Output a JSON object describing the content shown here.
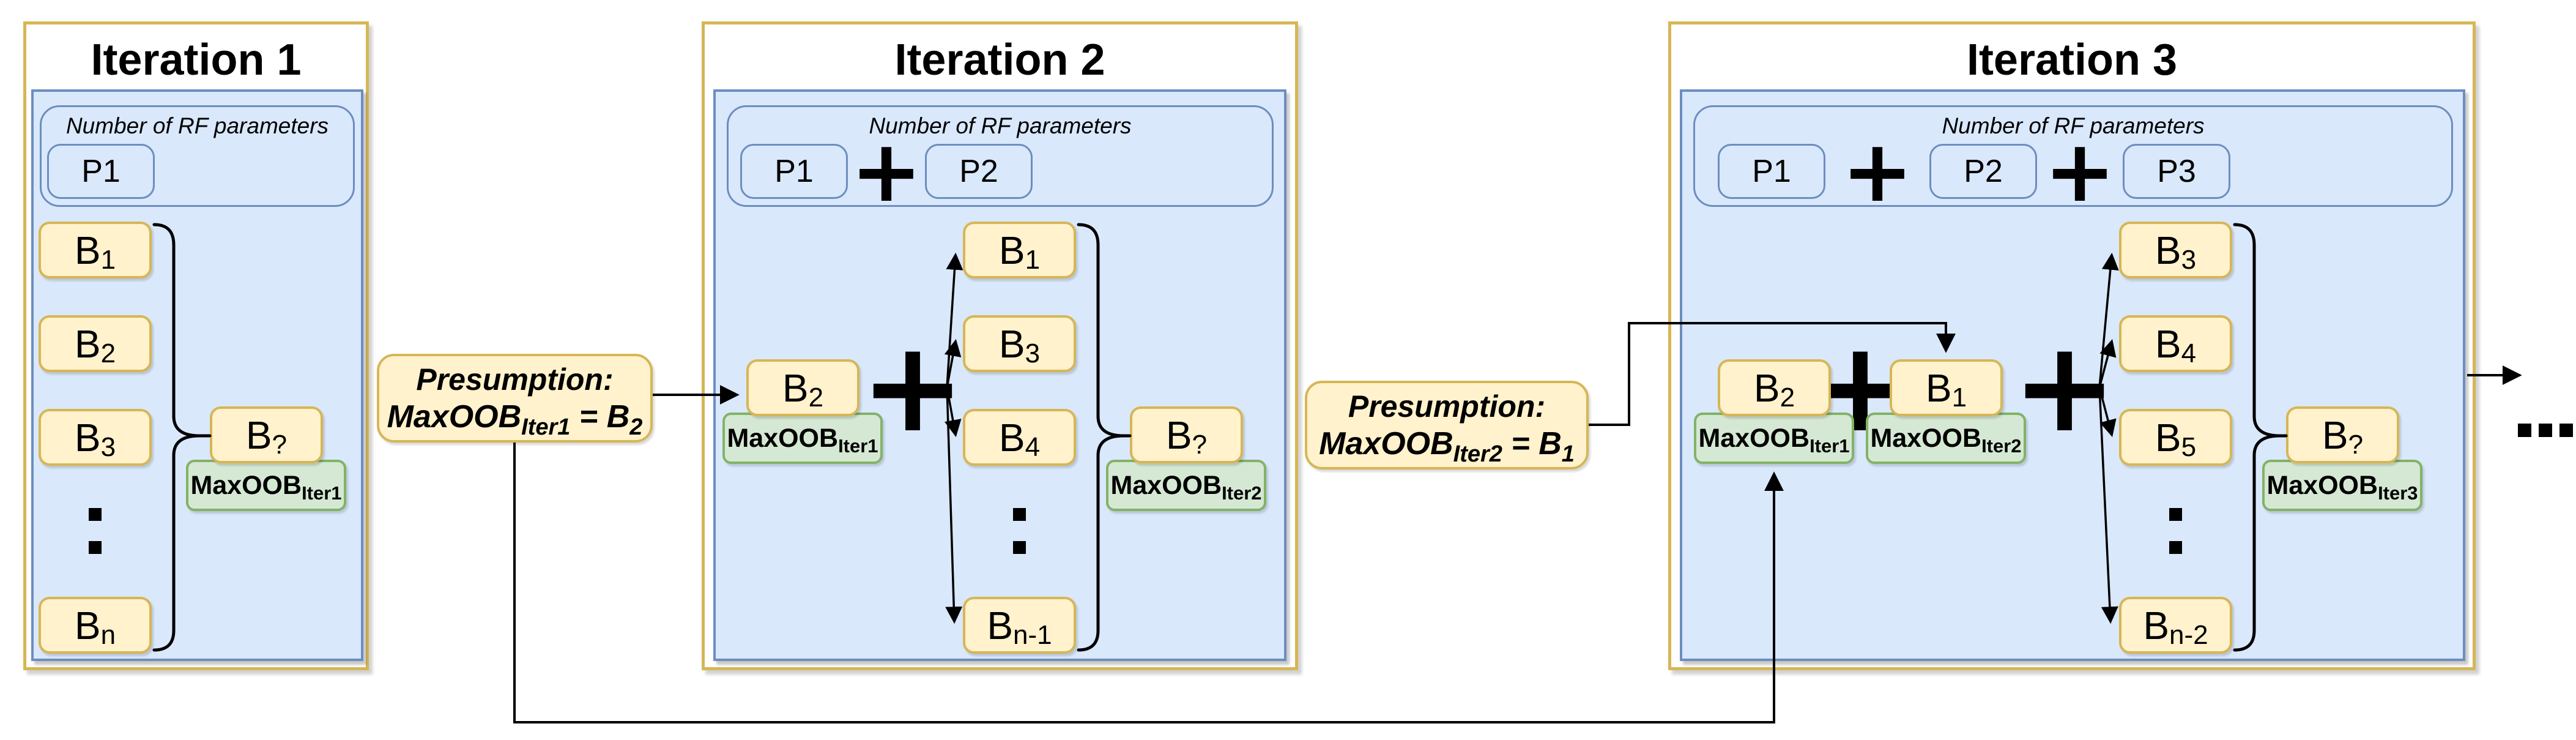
{
  "colors": {
    "yellow_fill": "#FFF2CC",
    "yellow_stroke": "#D6B656",
    "green_fill": "#D5E8D4",
    "green_stroke": "#82B366",
    "blue_fill": "#DAE8FC",
    "blue_stroke": "#6C8EBF",
    "line": "#000000"
  },
  "iter1": {
    "title": "Iteration 1",
    "params_label": "Number of RF parameters",
    "params": {
      "p1": "P1"
    },
    "col": [
      {
        "base": "B",
        "sub": "1"
      },
      {
        "base": "B",
        "sub": "2"
      },
      {
        "base": "B",
        "sub": "3"
      },
      {
        "base": "B",
        "sub": "n"
      }
    ],
    "candidate": {
      "base": "B",
      "sub": "?"
    },
    "max_label": {
      "base": "MaxOOB",
      "sub": "Iter1"
    }
  },
  "iter2": {
    "title": "Iteration 2",
    "params_label": "Number of RF parameters",
    "params": {
      "p1": "P1",
      "p2": "P2"
    },
    "plus": "+",
    "fixed": [
      {
        "box": {
          "base": "B",
          "sub": "2"
        },
        "label": {
          "base": "MaxOOB",
          "sub": "Iter1"
        }
      }
    ],
    "col": [
      {
        "base": "B",
        "sub": "1"
      },
      {
        "base": "B",
        "sub": "3"
      },
      {
        "base": "B",
        "sub": "4"
      },
      {
        "base": "B",
        "sub": "n-1"
      }
    ],
    "candidate": {
      "base": "B",
      "sub": "?"
    },
    "max_label": {
      "base": "MaxOOB",
      "sub": "Iter2"
    }
  },
  "iter3": {
    "title": "Iteration 3",
    "params_label": "Number of RF parameters",
    "params": {
      "p1": "P1",
      "p2": "P2",
      "p3": "P3"
    },
    "plus": "+",
    "fixed": [
      {
        "box": {
          "base": "B",
          "sub": "2"
        },
        "label": {
          "base": "MaxOOB",
          "sub": "Iter1"
        }
      },
      {
        "box": {
          "base": "B",
          "sub": "1"
        },
        "label": {
          "base": "MaxOOB",
          "sub": "Iter2"
        }
      }
    ],
    "col": [
      {
        "base": "B",
        "sub": "3"
      },
      {
        "base": "B",
        "sub": "4"
      },
      {
        "base": "B",
        "sub": "5"
      },
      {
        "base": "B",
        "sub": "n-2"
      }
    ],
    "candidate": {
      "base": "B",
      "sub": "?"
    },
    "max_label": {
      "base": "MaxOOB",
      "sub": "Iter3"
    }
  },
  "presumption1": {
    "heading": "Presumption:",
    "formula": {
      "base": "MaxOOB",
      "sub": "Iter1",
      "eq": "= B",
      "eqsub": "2"
    }
  },
  "presumption2": {
    "heading": "Presumption:",
    "formula": {
      "base": "MaxOOB",
      "sub": "Iter2",
      "eq": "= B",
      "eqsub": "1"
    }
  },
  "symbols": {
    "vertical_ellipsis": "⋮",
    "horizontal_ellipsis": "…"
  }
}
